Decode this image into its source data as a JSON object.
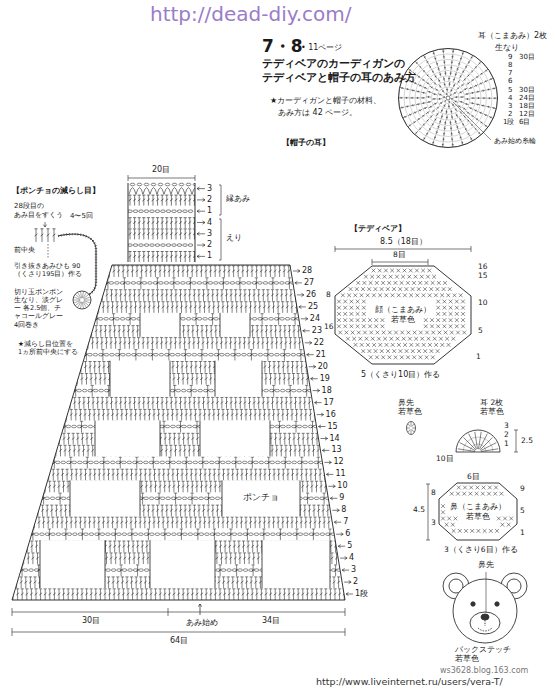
{
  "diagram": {
    "title": "テディベアのカーディガンの テディベアと帽子の耳のあみ方",
    "nodes": [
      {
        "text": [
          "耳（こまあみ）2枚",
          "生なり"
        ]
      },
      {
        "text": [
          "ポンチョ"
        ]
      },
      {
        "text": [
          "顔（こまあみ）",
          "若草色"
        ]
      },
      {
        "text": [
          "鼻（こまあみ）",
          "若草色"
        ]
      }
    ],
    "labels": [
      "http://dead-diy.com/",
      "7・8",
      "• 11ページ",
      "★カーディガンと帽子の材料、",
      "あみ方は 42 ページ。",
      "【帽子の耳】",
      "9",
      "30目",
      "8",
      "7",
      "6",
      "5",
      "30目",
      "4",
      "24目",
      "3",
      "18目",
      "2",
      "12目",
      "1段",
      "6目",
      "あみ始め糸輪",
      "【ポンチョの減らし目】",
      "28段目の あみ目をすくう",
      "4〜5回",
      "前中央",
      "引き抜きあみひも 90（くさり195目）作る",
      "切り玉ポンポン 生なり、淡グレー 各2.5個、チャコールグレー 4回巻き",
      "★減らし目位置を 1ヵ所前中央にする",
      "20目",
      "3",
      "2",
      "1",
      "4",
      "3",
      "2",
      "1",
      "縁あみ",
      "えり",
      "28",
      "27",
      "26",
      "25",
      "24",
      "23",
      "22",
      "21",
      "20",
      "19",
      "18",
      "17",
      "16",
      "15",
      "14",
      "13",
      "12",
      "11",
      "10",
      "9",
      "8",
      "7",
      "6",
      "5",
      "4",
      "3",
      "2",
      "1段",
      "30目",
      "あみ始め",
      "34目",
      "64目",
      "【テディベア】",
      "8.5（18目）",
      "8目",
      "16",
      "15",
      "10",
      "5",
      "1",
      "8",
      "16",
      "5（くさり10目）作る",
      "鼻先 若草色",
      "耳 2枚 若草色",
      "10目",
      "3",
      "2",
      "1",
      "2.5",
      "6目",
      "4.5",
      "8",
      "3",
      "9",
      "5",
      "1",
      "3（くさり6目）作る",
      "鼻先",
      "バックステッチ 若草色",
      "ws3628.blog.163.com",
      "http://www.liveinternet.ru/users/vera-T/"
    ]
  }
}
